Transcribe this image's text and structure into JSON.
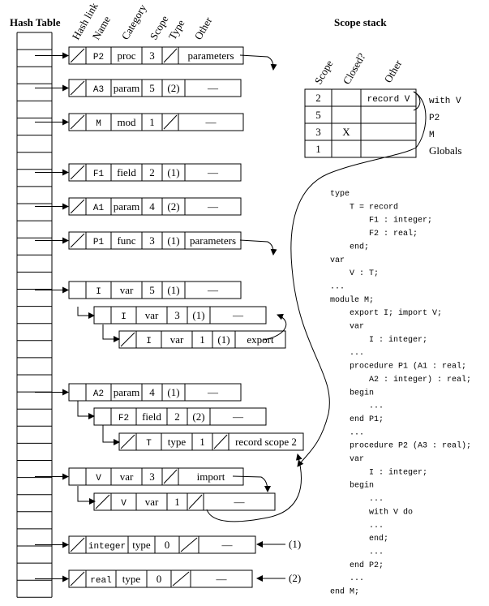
{
  "hash_table": {
    "title": "Hash Table",
    "column_headers": [
      "Hash link",
      "Name",
      "Category",
      "Scope",
      "Type",
      "Other"
    ]
  },
  "records": [
    {
      "name": "P2",
      "category": "proc",
      "scope": "3",
      "type": "",
      "other": "parameters"
    },
    {
      "name": "A3",
      "category": "param",
      "scope": "5",
      "type": "(2)",
      "other": "—"
    },
    {
      "name": "M",
      "category": "mod",
      "scope": "1",
      "type": "",
      "other": "—"
    },
    {
      "name": "F1",
      "category": "field",
      "scope": "2",
      "type": "(1)",
      "other": "—"
    },
    {
      "name": "A1",
      "category": "param",
      "scope": "4",
      "type": "(2)",
      "other": "—"
    },
    {
      "name": "P1",
      "category": "func",
      "scope": "3",
      "type": "(1)",
      "other": "parameters"
    },
    {
      "name": "I",
      "category": "var",
      "scope": "5",
      "type": "(1)",
      "other": "—"
    },
    {
      "name": "I",
      "category": "var",
      "scope": "3",
      "type": "(1)",
      "other": "—"
    },
    {
      "name": "I",
      "category": "var",
      "scope": "1",
      "type": "(1)",
      "other": "export"
    },
    {
      "name": "A2",
      "category": "param",
      "scope": "4",
      "type": "(1)",
      "other": "—"
    },
    {
      "name": "F2",
      "category": "field",
      "scope": "2",
      "type": "(2)",
      "other": "—"
    },
    {
      "name": "T",
      "category": "type",
      "scope": "1",
      "type": "",
      "other": "record scope 2"
    },
    {
      "name": "V",
      "category": "var",
      "scope": "3",
      "type": "",
      "other": "import"
    },
    {
      "name": "V",
      "category": "var",
      "scope": "1",
      "type": "",
      "other": "—"
    },
    {
      "name": "integer",
      "category": "type",
      "scope": "0",
      "type": "",
      "other": "—"
    },
    {
      "name": "real",
      "category": "type",
      "scope": "0",
      "type": "",
      "other": "—"
    }
  ],
  "type_refs": [
    "(1)",
    "(2)"
  ],
  "scope_stack": {
    "title": "Scope stack",
    "headers": [
      "Scope",
      "Closed?",
      "Other"
    ],
    "rows": [
      {
        "scope": "2",
        "closed": "",
        "other": "record V",
        "note": "with V"
      },
      {
        "scope": "5",
        "closed": "",
        "other": "",
        "note": "P2"
      },
      {
        "scope": "3",
        "closed": "X",
        "other": "",
        "note": "M"
      },
      {
        "scope": "1",
        "closed": "",
        "other": "",
        "note": "Globals"
      }
    ]
  },
  "code_lines": [
    "type",
    "    T = record",
    "        F1 : integer;",
    "        F2 : real;",
    "    end;",
    "var",
    "    V : T;",
    "...",
    "module M;",
    "    export I; import V;",
    "    var",
    "        I : integer;",
    "    ...",
    "    procedure P1 (A1 : real;",
    "        A2 : integer) : real;",
    "    begin",
    "        ...",
    "    end P1;",
    "    ...",
    "    procedure P2 (A3 : real);",
    "    var",
    "        I : integer;",
    "    begin",
    "        ...",
    "        with V do",
    "        ...",
    "        end;",
    "        ...",
    "    end P2;",
    "    ...",
    "end M;"
  ]
}
